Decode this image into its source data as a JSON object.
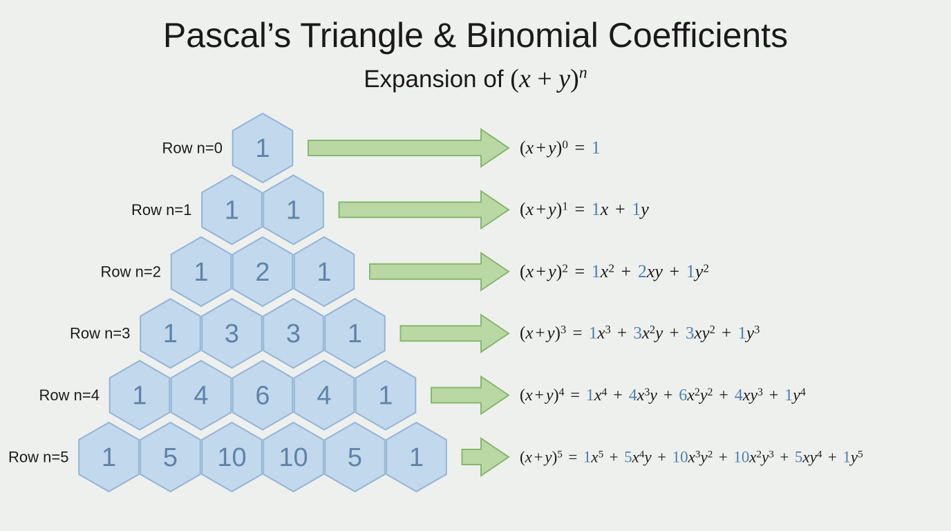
{
  "title": "Pascal’s Triangle & Binomial Coefficients",
  "subtitle": {
    "text": "Expansion of",
    "open": "(",
    "var_x": "x",
    "plus": "+",
    "var_y": "y",
    "close": ")",
    "exp": "n"
  },
  "colors": {
    "hex_fill": "#c2d8ec",
    "hex_stroke": "#92b4d6",
    "hex_text": "#5f83a9",
    "arrow_fill": "#b9d8a3",
    "arrow_stroke": "#86b76d",
    "coefficient": "#4a7fb3"
  },
  "rows": [
    {
      "label": "Row n=0",
      "values": [
        1
      ],
      "lhs_exp": "0",
      "terms": [
        {
          "c": "1",
          "parts": []
        }
      ]
    },
    {
      "label": "Row n=1",
      "values": [
        1,
        1
      ],
      "lhs_exp": "1",
      "terms": [
        {
          "c": "1",
          "parts": [
            {
              "v": "x",
              "e": ""
            }
          ]
        },
        {
          "c": "1",
          "parts": [
            {
              "v": "y",
              "e": ""
            }
          ]
        }
      ]
    },
    {
      "label": "Row n=2",
      "values": [
        1,
        2,
        1
      ],
      "lhs_exp": "2",
      "terms": [
        {
          "c": "1",
          "parts": [
            {
              "v": "x",
              "e": "2"
            }
          ]
        },
        {
          "c": "2",
          "parts": [
            {
              "v": "x",
              "e": ""
            },
            {
              "v": "y",
              "e": ""
            }
          ]
        },
        {
          "c": "1",
          "parts": [
            {
              "v": "y",
              "e": "2"
            }
          ]
        }
      ]
    },
    {
      "label": "Row n=3",
      "values": [
        1,
        3,
        3,
        1
      ],
      "lhs_exp": "3",
      "terms": [
        {
          "c": "1",
          "parts": [
            {
              "v": "x",
              "e": "3"
            }
          ]
        },
        {
          "c": "3",
          "parts": [
            {
              "v": "x",
              "e": "2"
            },
            {
              "v": "y",
              "e": ""
            }
          ]
        },
        {
          "c": "3",
          "parts": [
            {
              "v": "x",
              "e": ""
            },
            {
              "v": "y",
              "e": "2"
            }
          ]
        },
        {
          "c": "1",
          "parts": [
            {
              "v": "y",
              "e": "3"
            }
          ]
        }
      ]
    },
    {
      "label": "Row n=4",
      "values": [
        1,
        4,
        6,
        4,
        1
      ],
      "lhs_exp": "4",
      "terms": [
        {
          "c": "1",
          "parts": [
            {
              "v": "x",
              "e": "4"
            }
          ]
        },
        {
          "c": "4",
          "parts": [
            {
              "v": "x",
              "e": "3"
            },
            {
              "v": "y",
              "e": ""
            }
          ]
        },
        {
          "c": "6",
          "parts": [
            {
              "v": "x",
              "e": "2"
            },
            {
              "v": "y",
              "e": "2"
            }
          ]
        },
        {
          "c": "4",
          "parts": [
            {
              "v": "x",
              "e": ""
            },
            {
              "v": "y",
              "e": "3"
            }
          ]
        },
        {
          "c": "1",
          "parts": [
            {
              "v": "y",
              "e": "4"
            }
          ]
        }
      ]
    },
    {
      "label": "Row n=5",
      "values": [
        1,
        5,
        10,
        10,
        5,
        1
      ],
      "lhs_exp": "5",
      "terms": [
        {
          "c": "1",
          "parts": [
            {
              "v": "x",
              "e": "5"
            }
          ]
        },
        {
          "c": "5",
          "parts": [
            {
              "v": "x",
              "e": "4"
            },
            {
              "v": "y",
              "e": ""
            }
          ]
        },
        {
          "c": "10",
          "parts": [
            {
              "v": "x",
              "e": "3"
            },
            {
              "v": "y",
              "e": "2"
            }
          ]
        },
        {
          "c": "10",
          "parts": [
            {
              "v": "x",
              "e": "2"
            },
            {
              "v": "y",
              "e": "3"
            }
          ]
        },
        {
          "c": "5",
          "parts": [
            {
              "v": "x",
              "e": ""
            },
            {
              "v": "y",
              "e": "4"
            }
          ]
        },
        {
          "c": "1",
          "parts": [
            {
              "v": "y",
              "e": "5"
            }
          ]
        }
      ]
    }
  ]
}
